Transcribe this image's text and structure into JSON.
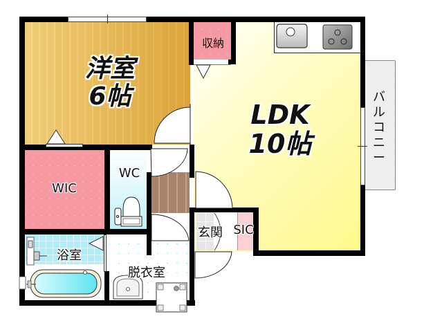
{
  "floorplan": {
    "rooms": {
      "western_room": {
        "name": "洋室",
        "size": "6帖"
      },
      "ldk": {
        "name": "LDK",
        "size": "10帖"
      },
      "storage": {
        "name": "収納"
      },
      "wic": {
        "name": "WIC"
      },
      "wc": {
        "name": "WC"
      },
      "bathroom": {
        "name": "浴室"
      },
      "dressing_room": {
        "name": "脱衣室"
      },
      "entrance": {
        "name": "玄関"
      },
      "sic": {
        "name": "SIC"
      },
      "balcony": {
        "name": "バルコニー"
      }
    },
    "fixtures": [
      "kitchen-sink",
      "gas-stove-3-burner",
      "toilet",
      "bathtub",
      "shower",
      "washbasin",
      "washing-machine-pan"
    ],
    "colors": {
      "wall": "#000000",
      "western_room_floor": "#f0d58a",
      "ldk_floor": "#fff98a",
      "storage_pink": "#f59aa3",
      "wc_cyan": "#bff1f7",
      "bath_cyan": "#aeeefa",
      "hall_brown": "#a9826a",
      "balcony_gray": "#eeeeee"
    }
  }
}
